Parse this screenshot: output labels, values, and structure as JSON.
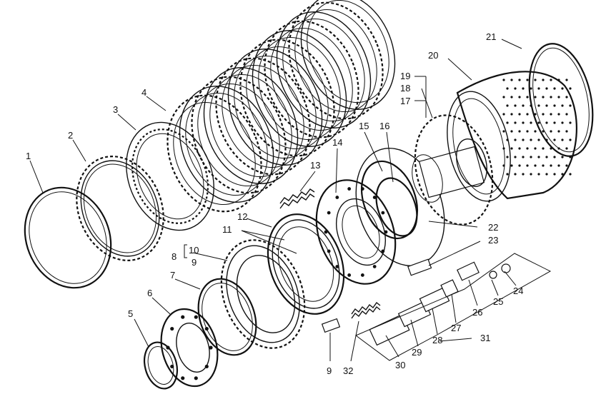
{
  "labels": {
    "l1": "1",
    "l2": "2",
    "l3": "3",
    "l4": "4",
    "l5": "5",
    "l6": "6",
    "l7": "7",
    "l8": "8",
    "l9a": "9",
    "l9b": "9",
    "l10": "10",
    "l11": "11",
    "l12": "12",
    "l13": "13",
    "l14": "14",
    "l15": "15",
    "l16": "16",
    "l17": "17",
    "l18": "18",
    "l19": "19",
    "l20": "20",
    "l21": "21",
    "l22": "22",
    "l23": "23",
    "l24": "24",
    "l25": "25",
    "l26": "26",
    "l27": "27",
    "l28": "28",
    "l29": "29",
    "l30": "30",
    "l31": "31",
    "l32": "32"
  }
}
